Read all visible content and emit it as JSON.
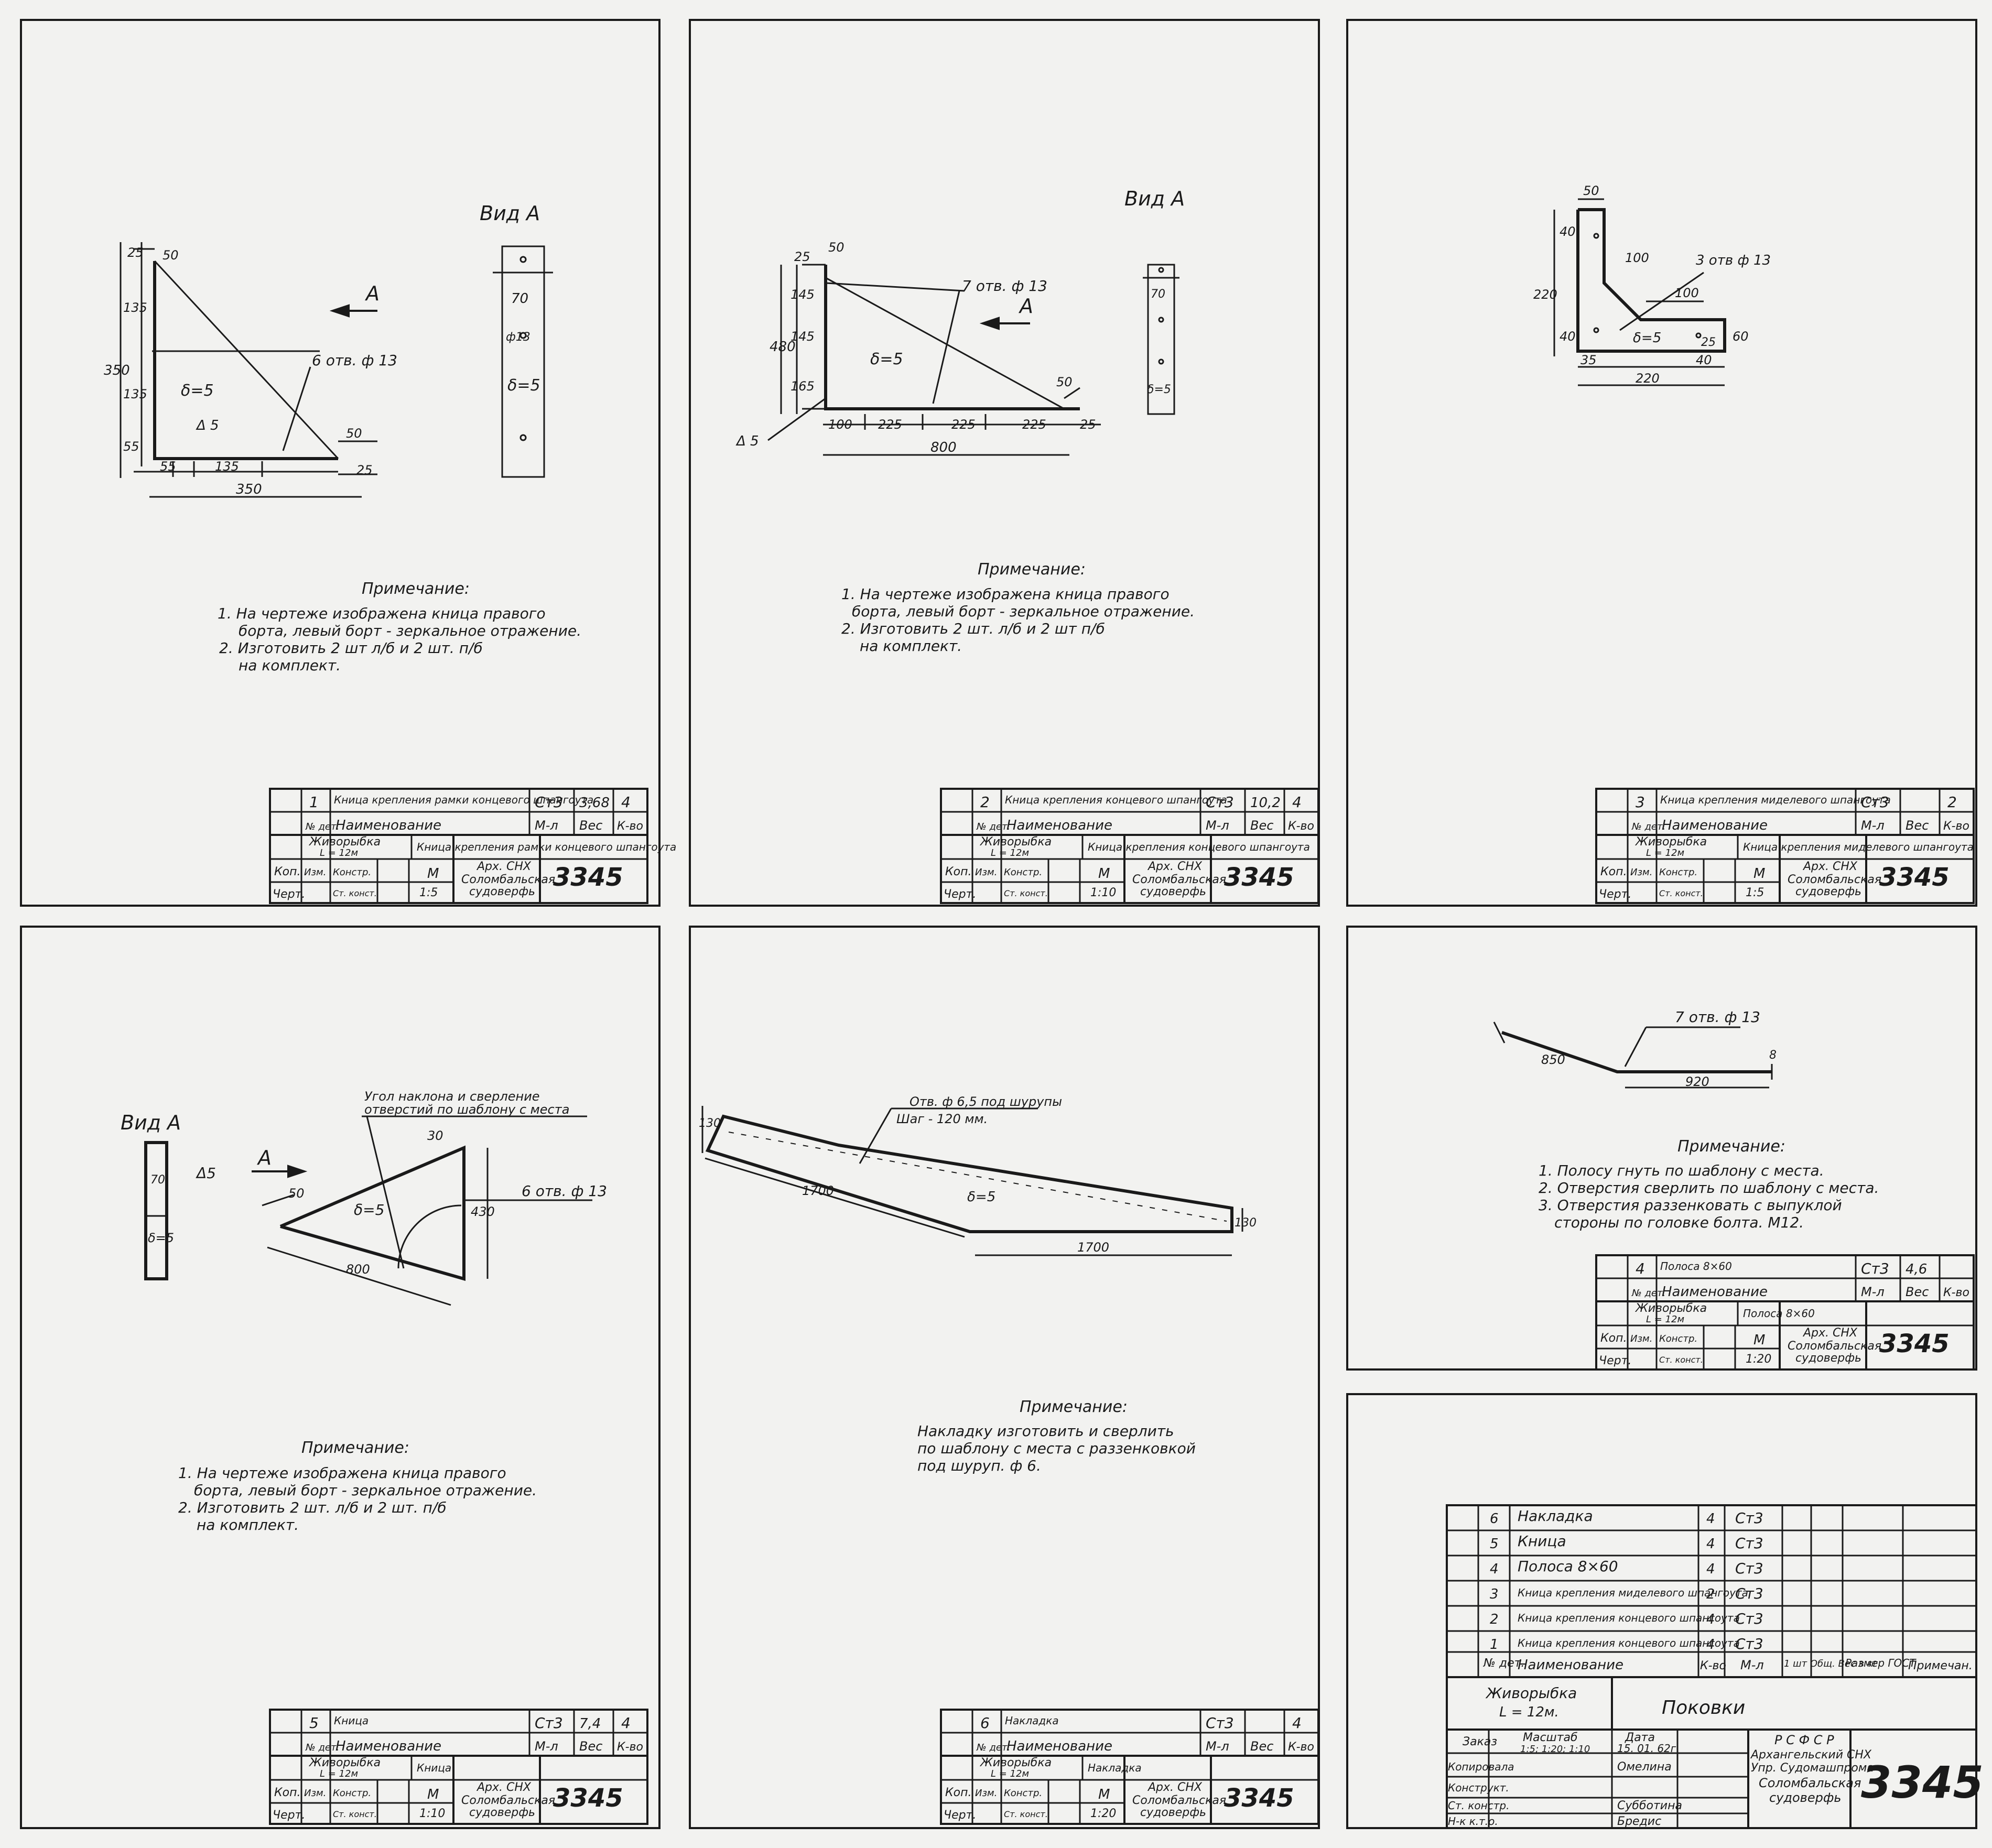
{
  "common": {
    "project_line1": "Живорыбка",
    "project_line2": "L = 12м",
    "company_line1": "Арх. СНХ",
    "company_line2": "Соломбальская",
    "company_line3": "судоверфь",
    "drawing_no": "3345",
    "hdr_no": "№ дет.",
    "hdr_name": "Наименование",
    "hdr_mat": "М-л",
    "hdr_weight": "Вес",
    "hdr_qty": "К-во",
    "lbl_kop": "Коп.",
    "lbl_chert": "Черт.",
    "lbl_konst": "Констр.",
    "lbl_izm": "Изм.",
    "lbl_st_konst": "Ст. конст.",
    "lbl_scale_m": "М",
    "view_a": "Вид А",
    "arrow_a": "А",
    "delta5": "δ=5",
    "note_title": "Примечание:"
  },
  "sheets": [
    {
      "part_no": "1",
      "part_name": "Кница крепления рамки концевого шпангоута",
      "material": "Ст3",
      "weight": "3,68",
      "qty": "4",
      "scale": "1:5",
      "notes": [
        "1. На чертеже изображена кница правого",
        "борта, левый борт - зеркальное отражение.",
        "2. Изготовить 2 шт л/б и 2 шт. п/б",
        "на комплект."
      ],
      "dims": [
        "25",
        "135",
        "135",
        "55",
        "350",
        "50",
        "6 отв. ф 13",
        "Δ 5",
        "55",
        "135",
        "350",
        "50",
        "25",
        "70",
        "ф13"
      ]
    },
    {
      "part_no": "2",
      "part_name": "Кница крепления концевого шпангоута",
      "material": "Ст3",
      "weight": "10,2",
      "qty": "4",
      "scale": "1:10",
      "notes": [
        "1. На чертеже изображена кница правого",
        "борта, левый борт - зеркальное отражение.",
        "2. Изготовить 2 шт. л/б и 2 шт п/б",
        "на комплект."
      ],
      "dims": [
        "25",
        "145",
        "145",
        "165",
        "480",
        "50",
        "7 отв. ф 13",
        "50",
        "Δ 5",
        "100",
        "225",
        "225",
        "225",
        "25",
        "800",
        "70"
      ]
    },
    {
      "part_no": "3",
      "part_name": "Кница крепления миделевого шпангоута",
      "material": "Ст3",
      "weight": "",
      "qty": "2",
      "scale": "1:5",
      "dims": [
        "50",
        "40",
        "100",
        "220",
        "3 отв ф 13",
        "100",
        "40",
        "35",
        "40",
        "25",
        "60",
        "220"
      ]
    },
    {
      "part_no": "5",
      "part_name": "Кница",
      "material": "Ст3",
      "weight": "7,4",
      "qty": "4",
      "scale": "1:10",
      "notes": [
        "1. На чертеже изображена кница правого",
        "борта, левый борт - зеркальное отражение.",
        "2. Изготовить 2 шт. л/б и 2 шт. п/б",
        "на комплект."
      ],
      "dims": [
        "70",
        "Δ5",
        "50",
        "30",
        "430",
        "800"
      ],
      "angle_note_1": "Угол наклона и сверление",
      "angle_note_2": "отверстий по шаблону с места",
      "holes": "6 отв. ф 13"
    },
    {
      "part_no": "6",
      "part_name": "Накладка",
      "material": "Ст3",
      "weight": "",
      "qty": "4",
      "scale": "1:20",
      "notes": [
        "Накладку изготовить и сверлить",
        "по шаблону с места с раззенковкой",
        "под шуруп. ф 6."
      ],
      "holes_1": "Отв. ф 6,5 под шурупы",
      "holes_2": "Шаг - 120 мм.",
      "dims": [
        "130",
        "1700",
        "130",
        "1700"
      ]
    },
    {
      "part_no": "4",
      "part_name": "Полоса 8×60",
      "material": "Ст3",
      "weight": "4,6",
      "qty": "",
      "scale": "1:20",
      "notes": [
        "1. Полосу гнуть по шаблону с места.",
        "2. Отверстия сверлить по шаблону с места.",
        "3. Отверстия раззенковать с выпуклой",
        "стороны по головке болта. М12."
      ],
      "holes": "7 отв. ф 13",
      "dims": [
        "850",
        "920",
        "8"
      ]
    }
  ],
  "spec": {
    "rows": [
      {
        "no": "6",
        "name": "Накладка",
        "qty": "4",
        "mat": "Ст3"
      },
      {
        "no": "5",
        "name": "Кница",
        "qty": "4",
        "mat": "Ст3"
      },
      {
        "no": "4",
        "name": "Полоса 8×60",
        "qty": "4",
        "mat": "Ст3"
      },
      {
        "no": "3",
        "name": "Кница крепления миделевого шпангоута",
        "qty": "2",
        "mat": "Ст3"
      },
      {
        "no": "2",
        "name": "Кница крепления концевого шпангоута",
        "qty": "4",
        "mat": "Ст3"
      },
      {
        "no": "1",
        "name": "Кница крепления концевого шпангоута",
        "qty": "4",
        "mat": "Ст3"
      }
    ],
    "hdr_no": "№ дет.",
    "hdr_name": "Наименование",
    "hdr_qty": "К-во",
    "hdr_mat": "М-л",
    "hdr_weight": "1 шт Общ. Вес в кг",
    "hdr_size": "Размер ГОСТ",
    "hdr_note": "Примечан.",
    "title": "Поковки",
    "project_line1": "Живорыбка",
    "project_line2": "L = 12м.",
    "lbl_order": "Заказ",
    "lbl_scale": "Масштаб",
    "scale_val": "1:5; 1:20; 1:10",
    "lbl_date": "Дата",
    "date_val": "15. 01. 62г.",
    "lbl_copy": "Копировала",
    "copy_name": "Омелина",
    "lbl_konst": "Конструкт.",
    "lbl_st_konst": "Ст. констр.",
    "st_konst_name": "Субботина",
    "lbl_nk": "Н-к к.т.о.",
    "nk_name": "Бредис",
    "org_1": "Р С Ф С Р",
    "org_2": "Архангельский СНХ",
    "org_3": "Упр. Судомашпрома",
    "org_4": "Соломбальская",
    "org_5": "судоверфь",
    "drawing_no": "3345"
  }
}
